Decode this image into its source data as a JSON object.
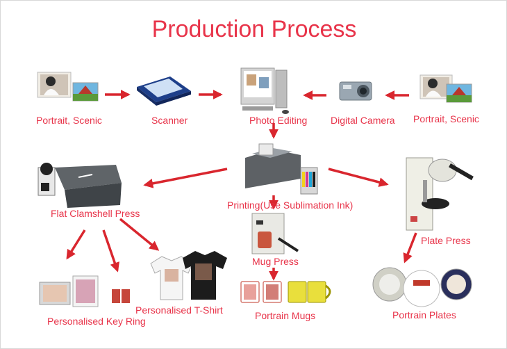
{
  "title": "Production Process",
  "labels": {
    "portrait_scenic_left": "Portrait, Scenic",
    "scanner": "Scanner",
    "photo_editing": "Photo Editing",
    "digital_camera": "Digital Camera",
    "portrait_scenic_right": "Portrait, Scenic",
    "flat_clamshell_press": "Flat Clamshell Press",
    "printing": "Printing(Use Sublimation Ink)",
    "plate_press": "Plate Press",
    "mug_press": "Mug Press",
    "personalised_key_ring": "Personalised Key Ring",
    "personalised_tshirt": "Personalised T-Shirt",
    "portrain_mugs": "Portrain Mugs",
    "portrain_plates": "Portrain Plates"
  },
  "colors": {
    "label": "#e8344a",
    "arrow": "#d9262e"
  }
}
